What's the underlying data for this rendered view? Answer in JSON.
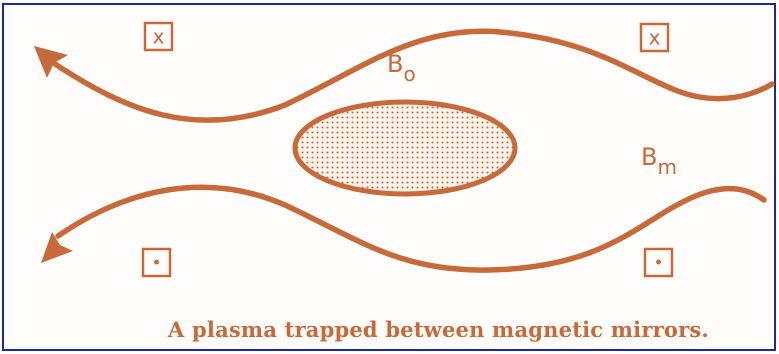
{
  "diagram": {
    "field_top_label": "B",
    "field_top_subscript": "o",
    "field_bottom_label": "B",
    "field_bottom_subscript": "m",
    "coil_into_symbol": "x",
    "coil_out_symbol": "•",
    "caption": "A plasma trapped between magnetic mirrors.",
    "line_color": "#c8693a",
    "frame_color": "#1a2a9a"
  }
}
